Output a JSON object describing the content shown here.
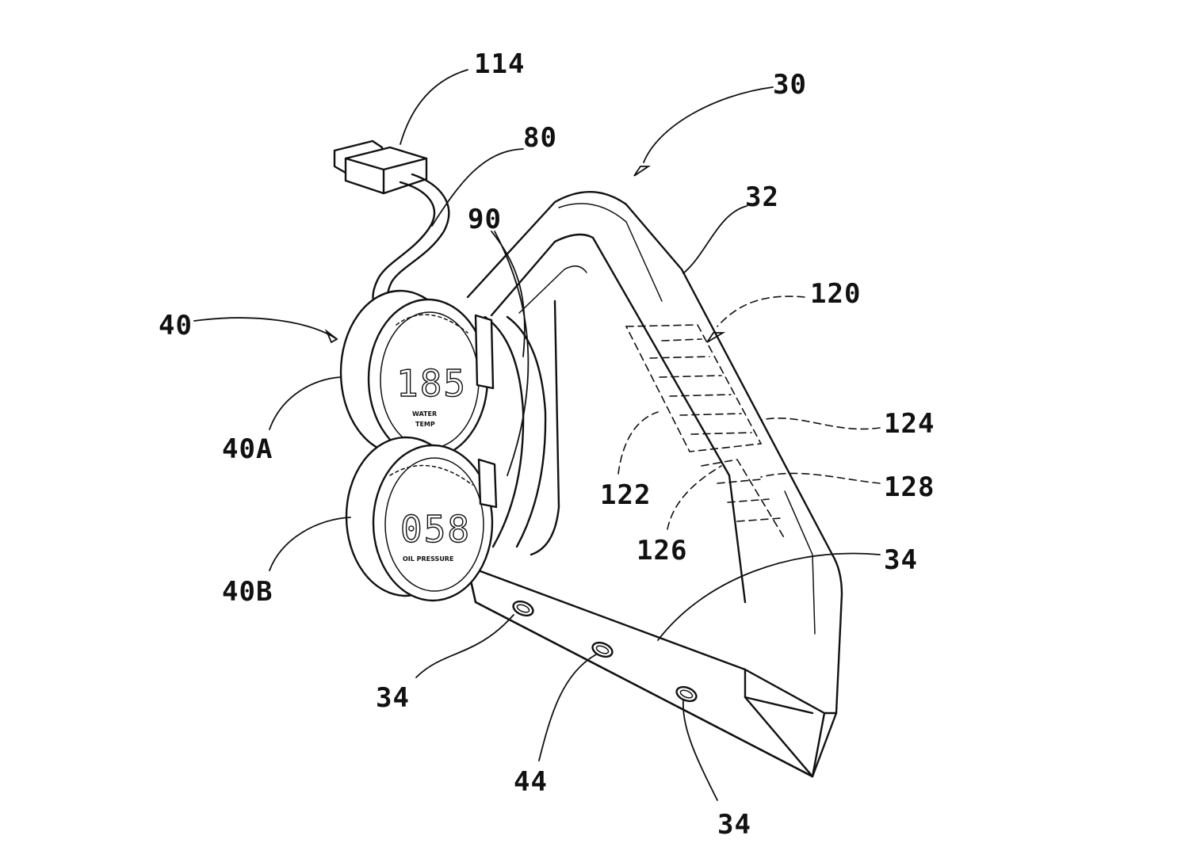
{
  "figure": {
    "refs": {
      "r114": "114",
      "r30": "30",
      "r80": "80",
      "r32": "32",
      "r90": "90",
      "r120": "120",
      "r40": "40",
      "r40a": "40A",
      "r124": "124",
      "r122": "122",
      "r128": "128",
      "r126": "126",
      "r34_right": "34",
      "r40b": "40B",
      "r34_left": "34",
      "r44": "44",
      "r34_bottom": "34"
    },
    "gauge_a": {
      "reading": "185",
      "label_line1": "WATER",
      "label_line2": "TEMP"
    },
    "gauge_b": {
      "reading": "058",
      "label_line1": "OIL PRESSURE"
    }
  }
}
